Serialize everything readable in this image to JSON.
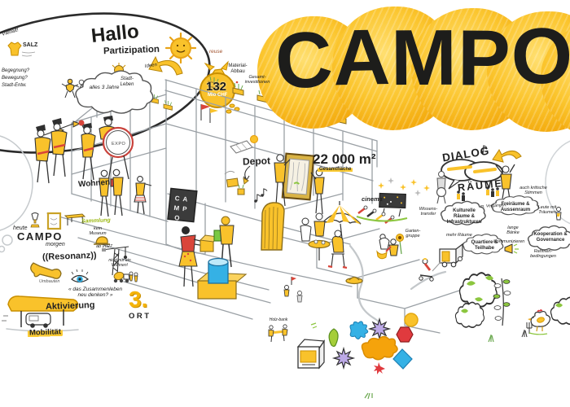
{
  "colors": {
    "yellow": "#F9C22B",
    "orange": "#F2A609",
    "red": "#D9453A",
    "green": "#8CC63F",
    "blue": "#35B1E5",
    "purple": "#BCA9E6",
    "ink": "#1D1D1B",
    "sketch": "#9AA0A5"
  },
  "title": {
    "word": "CAMPO",
    "letters": [
      "C",
      "A",
      "M",
      "P",
      "O"
    ]
  },
  "hallo_bubble": {
    "greeting": "Hallo",
    "vielfalt": "Vielfalt!",
    "salz": "SALZ",
    "list": [
      "Begegnung?",
      "Bewegung?",
      "Stadt-Entw."
    ],
    "ideen": "Ideen",
    "stadtleben": "Stadt-Leben"
  },
  "partizipation": {
    "label": "Partizipation",
    "cloud": "alles 3 Jahre",
    "reuse": "reuse",
    "material": "Material-Abbau"
  },
  "invest": {
    "amount": "132",
    "unit": "Mio CHF",
    "caption": "Gesamt-investitionen"
  },
  "building": {
    "wohnen": "Wohnen",
    "depot": "Depot",
    "area": "22 000 m²",
    "area_caption": "Gesamtfläche",
    "drum": "EXPO",
    "sign_rows": [
      "CA",
      "MP",
      "O"
    ],
    "cinema": "cinema",
    "garten": "Garten-gruppe",
    "wissen": "Wissens-transfer"
  },
  "left_notes": {
    "heute": "heute",
    "campo": "CAMPO",
    "morgen": "morgen",
    "sammlung": "Sammlung",
    "kein_museum": "kein Museum",
    "resonanz": "((Resonanz))",
    "umbauten": "Umbauten",
    "ab_jahr": "ab 2027",
    "crane_note": "nicht nur ein Wohnen!",
    "zusammen": "« das Zusammenleben neu denken? »",
    "aktivierung": "Aktivierung",
    "ort_number": "3.",
    "ort": "ORT",
    "mobilitaet": "Mobilität",
    "holzbank": "Holz-bank"
  },
  "dialog": {
    "word1": "DIALOG",
    "word2": "RÄUME",
    "stimmen": "auch kritische Stimmen",
    "leute": "Leute mit Träumen",
    "vergangen": "m. Vergangen.",
    "mehr": "mehr Räume",
    "baenke": "lange Bänke",
    "kommunizieren": "Kommunizieren",
    "rahmen": "Rahmen-bedingungen",
    "clouds": [
      "Kulturelle Räume & Infrastrukturen",
      "Freiräume & Aussenraum",
      "Quartiere & Teilhabe",
      "Kooperation & Governance"
    ]
  }
}
